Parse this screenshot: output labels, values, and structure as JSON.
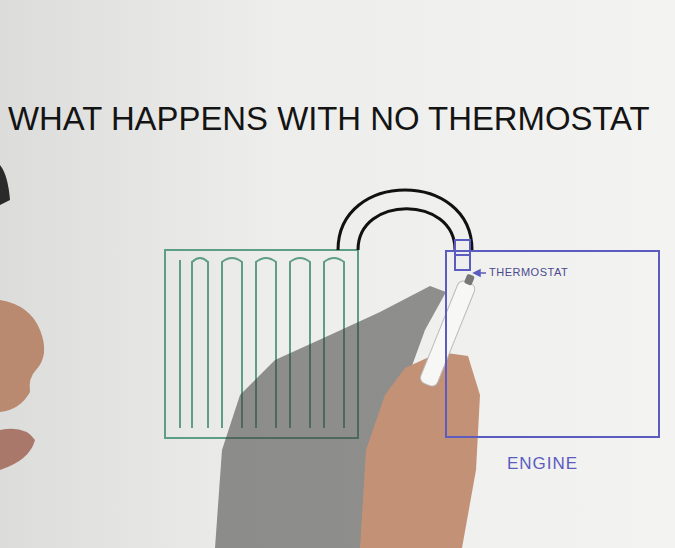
{
  "diagram": {
    "title": "WHAT HAPPENS WITH NO THERMOSTAT",
    "nodes": [
      {
        "text": [
          "ENGINE"
        ]
      }
    ],
    "labels": [
      "THERMOSTAT"
    ]
  }
}
